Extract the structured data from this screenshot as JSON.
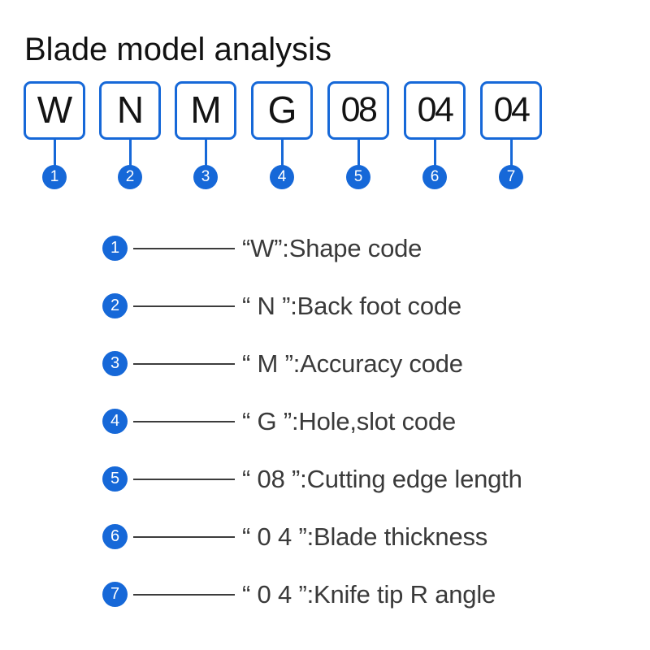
{
  "page": {
    "title": "Blade model analysis",
    "background_color": "#ffffff",
    "accent_color": "#1668d8",
    "text_color": "#3a3a3a",
    "title_color": "#121212",
    "leader_color": "#3c3c3c"
  },
  "code_boxes": [
    {
      "value": "W",
      "badge": "1"
    },
    {
      "value": "N",
      "badge": "2"
    },
    {
      "value": "M",
      "badge": "3"
    },
    {
      "value": "G",
      "badge": "4"
    },
    {
      "value": "08",
      "badge": "5"
    },
    {
      "value": "04",
      "badge": "6"
    },
    {
      "value": "04",
      "badge": "7"
    }
  ],
  "legend": [
    {
      "badge": "1",
      "text": "“W”:Shape code"
    },
    {
      "badge": "2",
      "text": "“ N ”:Back foot code"
    },
    {
      "badge": "3",
      "text": "“ M ”:Accuracy code"
    },
    {
      "badge": "4",
      "text": "“ G ”:Hole,slot code"
    },
    {
      "badge": "5",
      "text": "“ 08 ”:Cutting edge length"
    },
    {
      "badge": "6",
      "text": "“ 0 4 ”:Blade thickness"
    },
    {
      "badge": "7",
      "text": "“ 0 4 ”:Knife tip R angle"
    }
  ]
}
